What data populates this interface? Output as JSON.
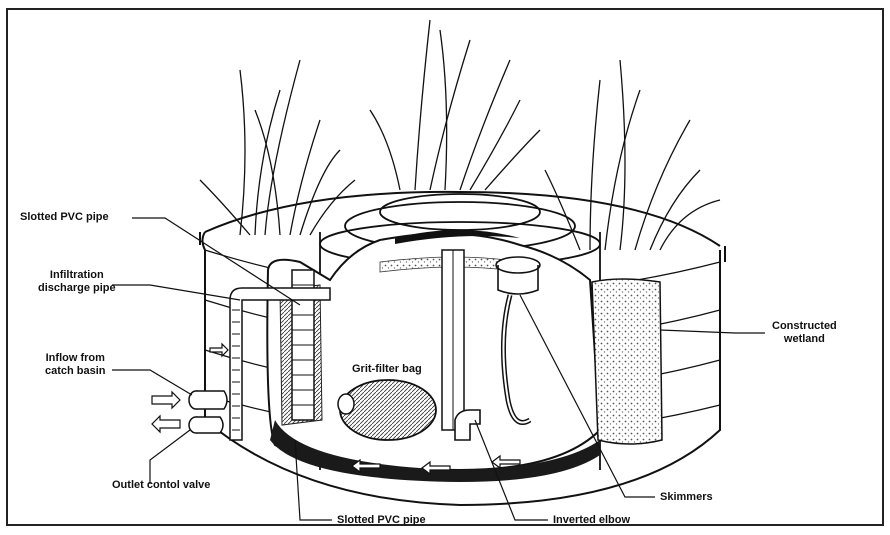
{
  "labels": {
    "slotted_pvc_top": "Slotted PVC pipe",
    "infiltration_line1": "Infiltration",
    "infiltration_line2": "discharge pipe",
    "inflow_line1": "Inflow from",
    "inflow_line2": "catch basin",
    "outlet_valve": "Outlet contol valve",
    "slotted_pvc_bottom": "Slotted PVC pipe",
    "inverted_elbow": "Inverted elbow",
    "skimmers": "Skimmers",
    "constructed_line1": "Constructed",
    "constructed_line2": "wetland",
    "grit_filter_bag": "Grit-filter bag"
  },
  "colors": {
    "line": "#111111",
    "shade": "#1a1a1a",
    "gravel": "#bdbdbd",
    "paper": "#ffffff"
  },
  "icons": {
    "arrow_in": "right-arrow-icon",
    "arrow_out": "left-arrow-icon"
  }
}
